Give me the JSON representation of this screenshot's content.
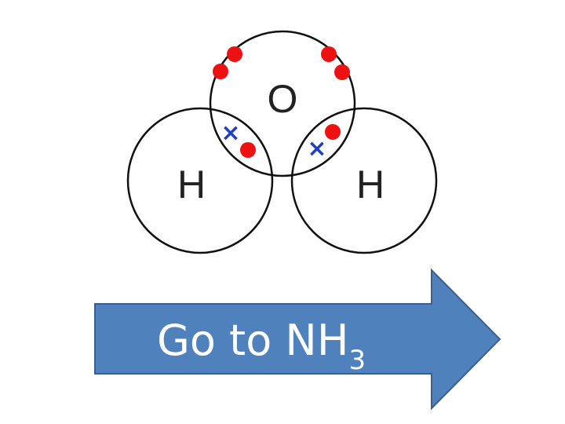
{
  "diagram": {
    "atoms": {
      "oxygen": {
        "symbol": "O"
      },
      "hydrogen_left": {
        "symbol": "H"
      },
      "hydrogen_right": {
        "symbol": "H"
      }
    },
    "bond_marker": "×",
    "colors": {
      "oxygen_electron": "#ee1111",
      "hydrogen_electron": "#1f3fbf",
      "outline": "#111111",
      "arrow_fill": "#4f81bd",
      "arrow_stroke": "#3a5f8f",
      "arrow_text": "#ffffff"
    }
  },
  "nav_arrow": {
    "label": "Go to NH",
    "subscript": "3"
  }
}
